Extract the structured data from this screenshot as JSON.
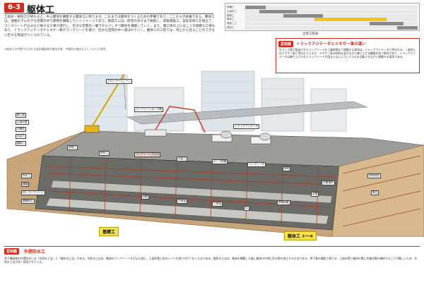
{
  "section": {
    "number": "6-3",
    "title": "躯体工"
  },
  "intro_text": "土留め・掘削工が終わると、中ぶ躯体を構築する躯体工に移ります。これまでは躯体をつくるための準備であり、ここからが本番である。躯体工は、道路の下に大きな空間の中で建物を構築していくイメージであり、基礎工には、所定の深さまで掘削し、床版鉄筋工、型枠支保工を組立て、コンクリート打込みなど様々な工事が進行し、巨大な空間の一層下から少しずつ躯体を構築していく。また、躯工体の上にはこう大規模な工場もあり、トラックアジテータやミキサー車がコンクリートを運び、巨大な空間の中へ運ばれていく。躯体工の工程では、地上から見ることのできない巨大な施設がつくられている。",
  "note_text": "※躯体工の中盤で行われる仮設構造物の撤去作業、中間杭の撤去などについても説明。",
  "schedule": {
    "caption": "全体工程表",
    "rows": [
      {
        "label": "準備工",
        "start": 0.0,
        "end": 0.12,
        "highlight": false
      },
      {
        "label": "土留め工",
        "start": 0.08,
        "end": 0.3,
        "highlight": false
      },
      {
        "label": "掘削工",
        "start": 0.22,
        "end": 0.45,
        "highlight": false
      },
      {
        "label": "躯体工",
        "start": 0.4,
        "end": 0.82,
        "highlight": true
      },
      {
        "label": "埋戻し工",
        "start": 0.72,
        "end": 0.92,
        "highlight": false
      },
      {
        "label": "復旧工",
        "start": 0.88,
        "end": 1.0,
        "highlight": false
      }
    ]
  },
  "trivia": {
    "badge": "豆知識",
    "title": "トラックアジテータとミキサー車の違い",
    "text": "生コン工場で製造されたコンクリートを工事現場まで運搬する車両は、トラックアジテータと呼ばれる。一般的にはミキサー車と呼ばれているが、ミキサー車は材料を混ぜながら練り上げる機能を持つ車両であり、トラックアジテータは練り上げられたコンクリートが固まらないようにドラムを回転させながら運搬する車両である。"
  },
  "labels": {
    "crane": "クローラークレーン",
    "pump": "コンクリートポンプ車",
    "agitator": "トラックアジテータ",
    "deck": "覆工板",
    "rebar_work": "鉄筋工",
    "formwork": "型枠工",
    "concrete": "コンクリート打込み",
    "support": "支保工",
    "sheet_pile": "土留め壁",
    "middle_pile": "中間杭",
    "strut": "切ばり",
    "wale": "腹起し",
    "base_slab": "底版",
    "waterproof": "防水工",
    "side_wall": "側壁",
    "upper_slab": "上床版",
    "middle_slab": "中床版",
    "column": "柱",
    "gravel": "均しコンクリート",
    "rubble": "基礎砕石",
    "vibrator": "バイブレータ",
    "pump_hose": "ポンプ配管",
    "lighting": "照明",
    "ladder": "昇降設備",
    "scaffold": "足場",
    "worker_area": "作業場所",
    "formwork_remove": "型枠脱型",
    "curing": "養生"
  },
  "tags": {
    "foundation": "基礎工",
    "body": "躯体工 ①〜⑧"
  },
  "waterproof_section": {
    "badge": "豆知識",
    "title": "外壁防水工",
    "text": "地下構造物の外壁防水には「先防水工法」と「後防水工法」がある。先防水工法は、躯体のコンクリートを打込む前に、土留め壁に防水シートを張り付けておく方法である。後防水工法は、躯体を構築した後に躯体の外側に防水層を施工する方法である。地下鉄の開削工事では、土留め壁と躯体の間に作業空間を確保することが難しいため、先防水工法が多く採用されている。"
  },
  "colors": {
    "accent": "#d42a1e",
    "highlight": "#f2c21b",
    "tag_yellow": "#fae34a",
    "earth": "#c9a67a",
    "steel": "#a0462c",
    "concrete": "#c8c8c2"
  }
}
